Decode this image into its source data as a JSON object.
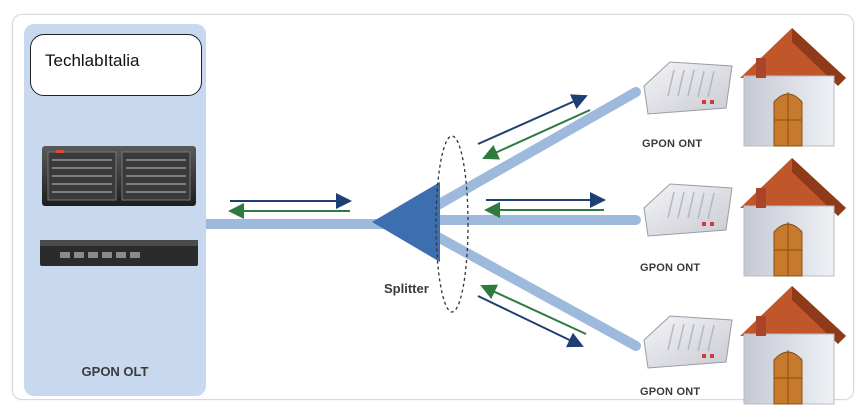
{
  "brand": {
    "name": "TechlabItalia"
  },
  "olt": {
    "label": "GPON OLT"
  },
  "splitter": {
    "label": "Splitter"
  },
  "onts": [
    {
      "label": "GPON ONT"
    },
    {
      "label": "GPON ONT"
    },
    {
      "label": "GPON ONT"
    }
  ],
  "colors": {
    "panel": "#c8d9ef",
    "fiber": "#9db9dc",
    "splitter": "#3d6fb0",
    "arrow_down": "#2f7a3f",
    "arrow_up": "#1e3f73",
    "roof": "#c0562a",
    "wall": "#dcdfe6"
  }
}
